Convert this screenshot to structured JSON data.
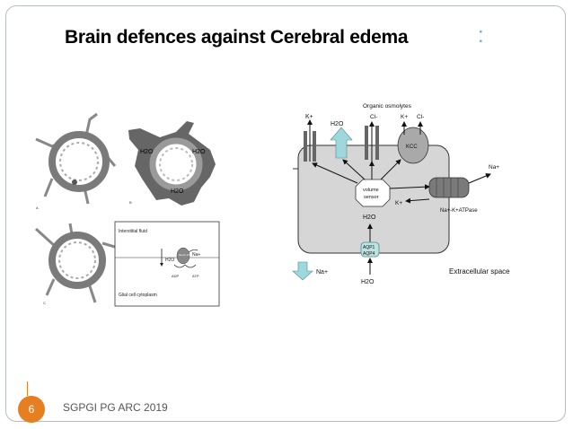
{
  "slide": {
    "title": "Brain defences against Cerebral edema",
    "title_suffix": ":",
    "slide_number": "6",
    "footer": "SGPGI PG ARC 2019"
  },
  "left_figure": {
    "panel_labels": [
      "A",
      "B",
      "C"
    ],
    "h2o_labels": [
      "H2O",
      "H2O",
      "H2O"
    ],
    "inset": {
      "top_label": "Interstitial fluid",
      "bottom_label": "Glial cell cytoplasm",
      "h2o": "H2O",
      "na": "Na+",
      "pump_label": "Na+/K+ ATPase",
      "adp": "ADP",
      "atp": "ATP"
    }
  },
  "right_figure": {
    "k_plus": "K+",
    "h2o_top": "H2O",
    "organic_osmolytes": "Organic osmolytes",
    "cl_left": "Cl-",
    "k_right": "K+",
    "cl_right": "Cl-",
    "kcc": "KCC",
    "na_out": "Na+",
    "volume_sensor_1": "volume",
    "volume_sensor_2": "sensor",
    "k_in": "K+",
    "pump": "Na+-K+ATPase",
    "h2o_center": "H2O",
    "aqp1": "AQP1",
    "aqp4": "AQP4",
    "na_bottom": "Na+",
    "extracellular": "Extracellular space",
    "h2o_bottom": "H2O"
  }
}
